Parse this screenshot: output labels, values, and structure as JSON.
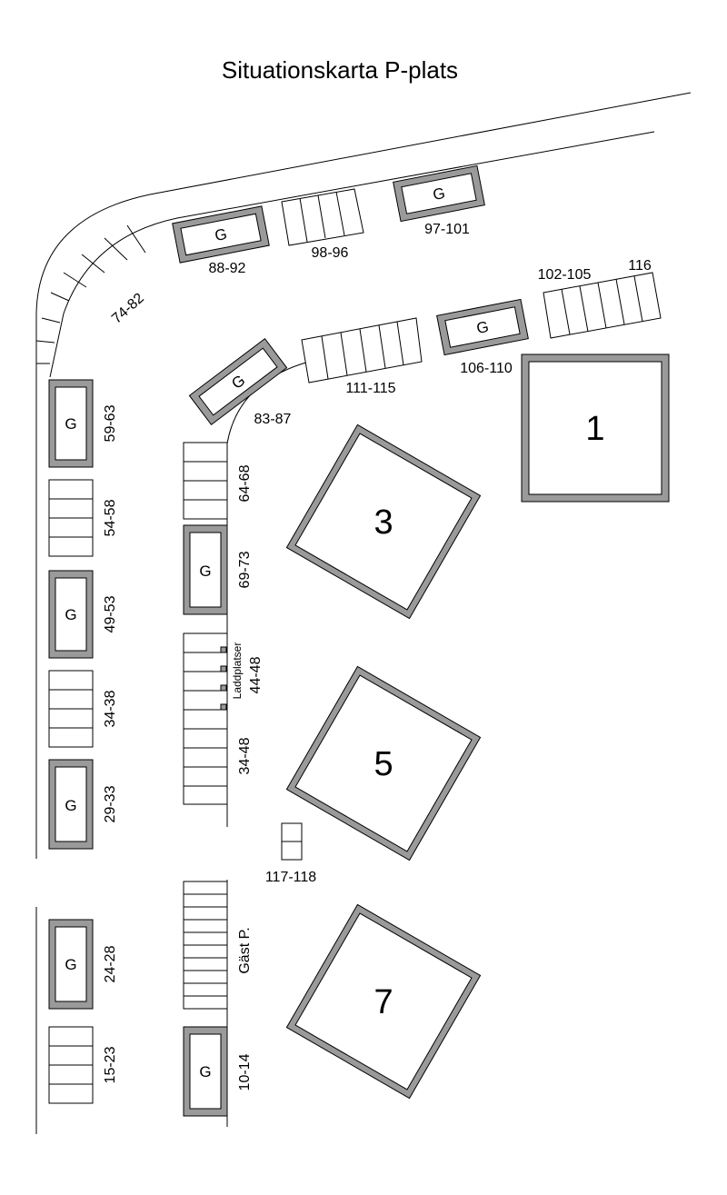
{
  "title": "Situationskarta P-plats",
  "garage_label": "G",
  "buildings": [
    "1",
    "3",
    "5",
    "7"
  ],
  "labels": {
    "l_74_82": "74-82",
    "l_88_92": "88-92",
    "l_98_96": "98-96",
    "l_97_101": "97-101",
    "l_102_105": "102-105",
    "l_116": "116",
    "l_111_115": "111-115",
    "l_106_110": "106-110",
    "l_83_87": "83-87",
    "l_59_63": "59-63",
    "l_54_58": "54-58",
    "l_49_53": "49-53",
    "l_34_38": "34-38",
    "l_29_33": "29-33",
    "l_24_28": "24-28",
    "l_15_23": "15-23",
    "l_64_68": "64-68",
    "l_69_73": "69-73",
    "l_laddplatser": "Laddplatser",
    "l_44_48": "44-48",
    "l_34_48": "34-48",
    "l_117_118": "117-118",
    "l_gast": "Gäst P.",
    "l_10_14": "10-14"
  }
}
